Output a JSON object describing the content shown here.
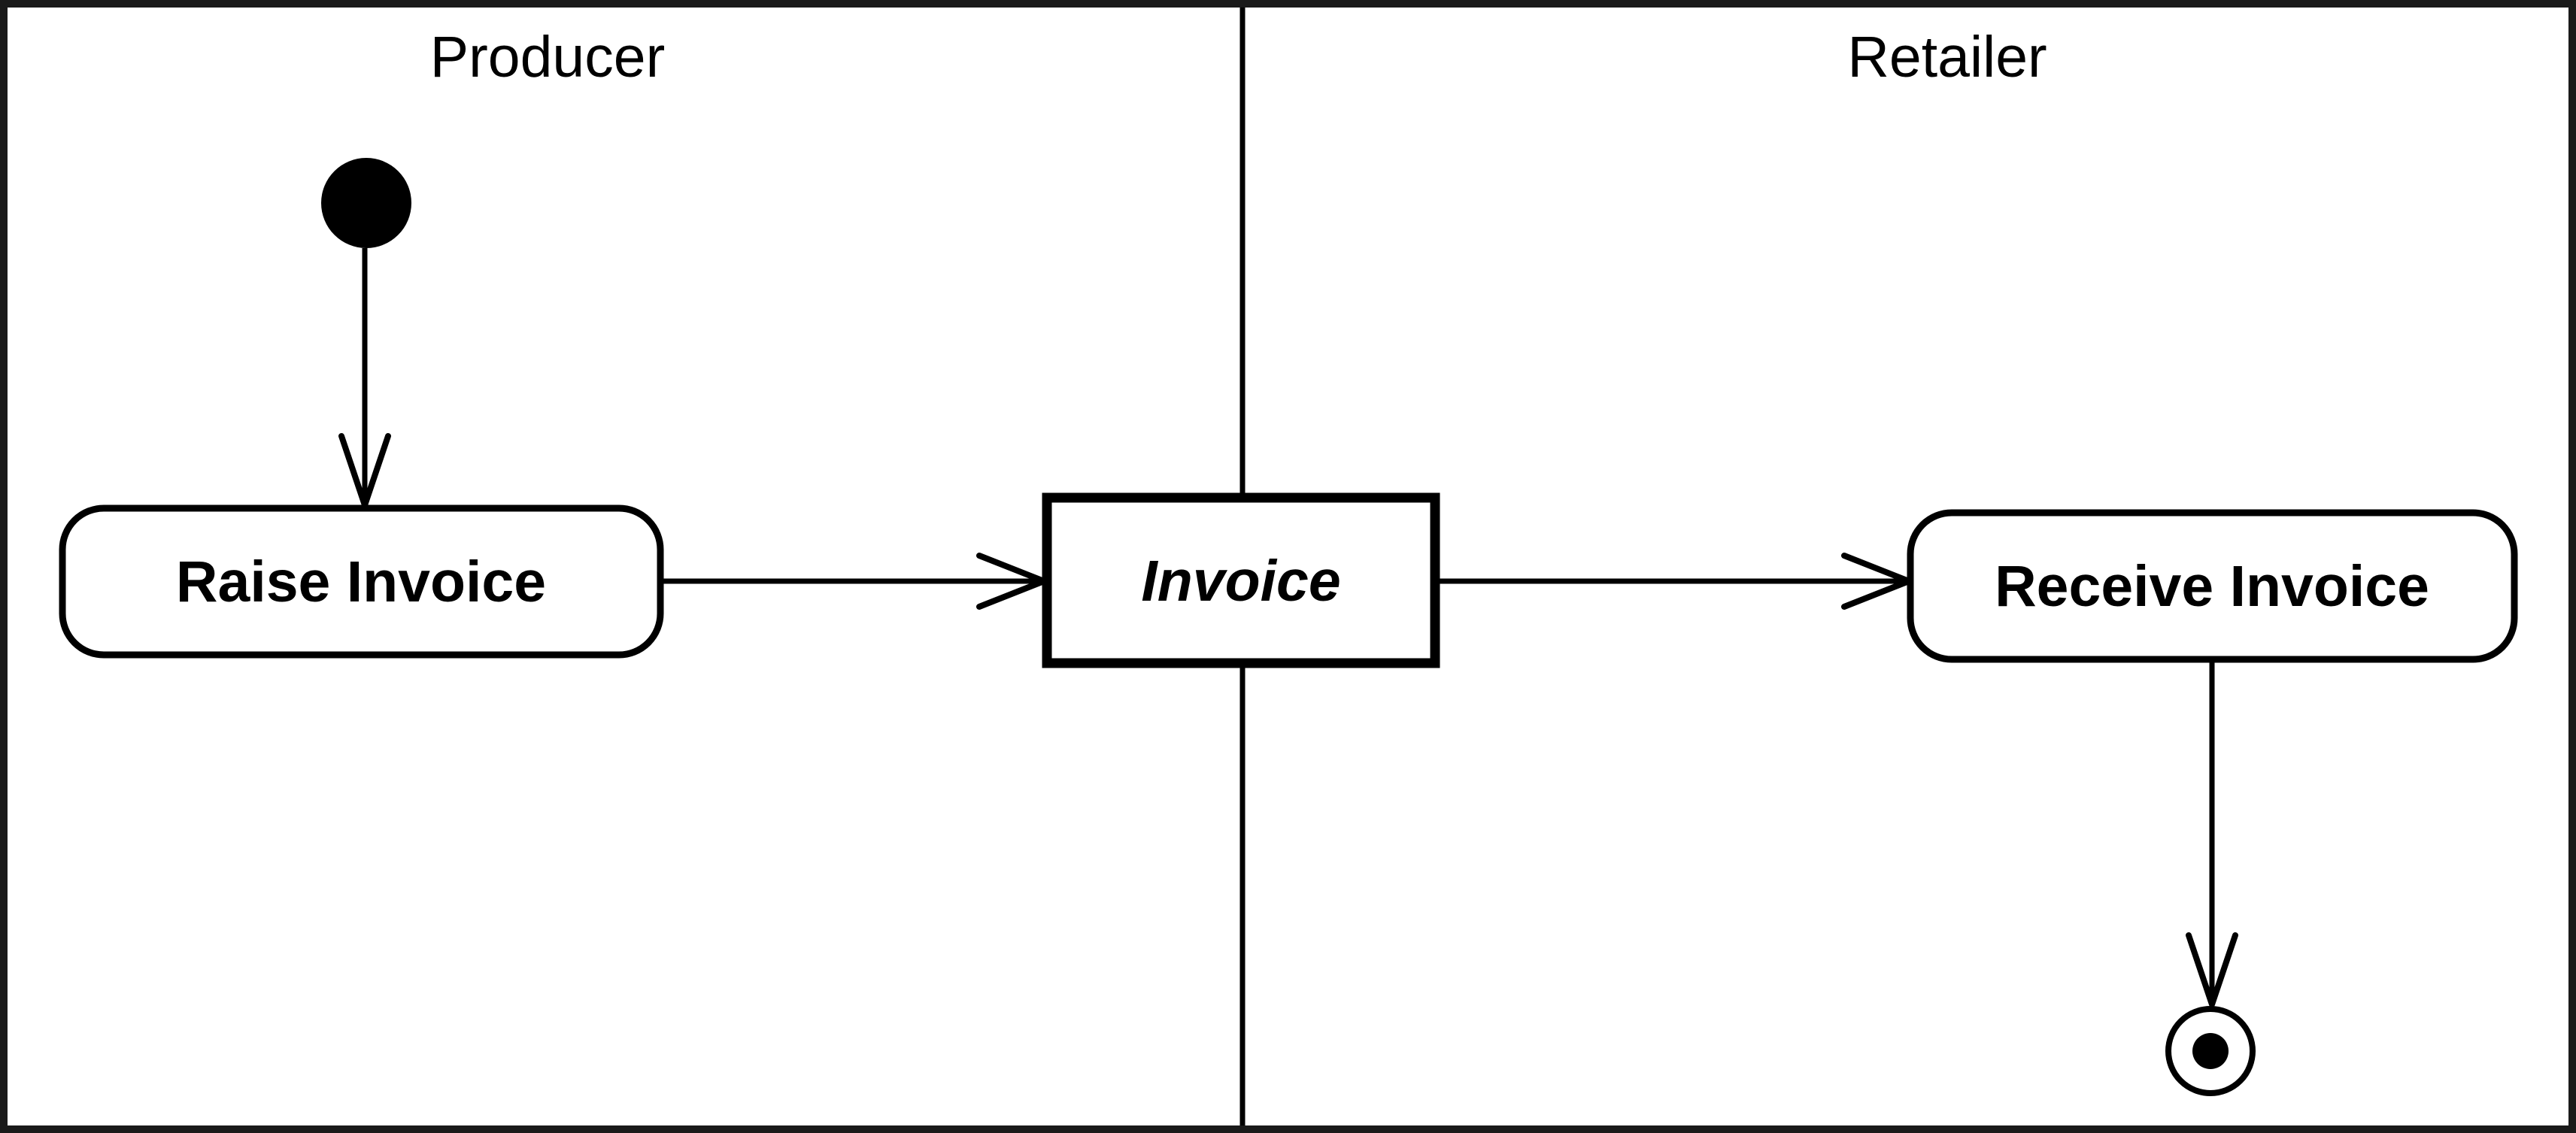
{
  "diagram": {
    "type": "uml-activity-swimlane-diagram",
    "lanes": [
      {
        "label": "Producer"
      },
      {
        "label": "Retailer"
      }
    ],
    "nodes": {
      "initial": {
        "kind": "initial-node"
      },
      "raise_invoice": {
        "kind": "action",
        "label": "Raise Invoice"
      },
      "invoice": {
        "kind": "object",
        "label": "Invoice"
      },
      "receive_invoice": {
        "kind": "action",
        "label": "Receive Invoice"
      },
      "final": {
        "kind": "activity-final-node"
      }
    },
    "edges": [
      {
        "from": "initial",
        "to": "raise_invoice"
      },
      {
        "from": "raise_invoice",
        "to": "invoice"
      },
      {
        "from": "invoice",
        "to": "receive_invoice"
      },
      {
        "from": "receive_invoice",
        "to": "final"
      }
    ],
    "colors": {
      "line": "#000000",
      "frame": "#1a1a1a",
      "node_fill": "#ffffff",
      "background": "#ffffff"
    }
  }
}
